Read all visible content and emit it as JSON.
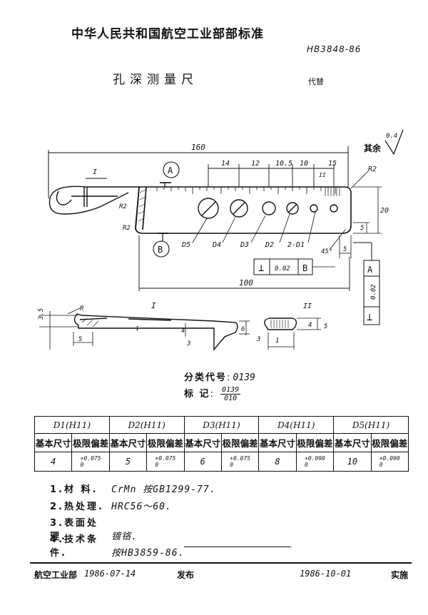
{
  "header": {
    "authority": "中华人民共和国航空工业部部标准",
    "standard_code": "HB3848-86",
    "title": "孔深测量尺",
    "replaces": "代替"
  },
  "drawing": {
    "roughness_prefix": "其余",
    "roughness_value": "0.4",
    "labels": {
      "overall_length": "160",
      "inner_length": "100",
      "view_I_marker": "I",
      "view_II_marker": "II",
      "radius": "R2",
      "radius_small": "R",
      "width": "20",
      "step5": "5",
      "step5b": "5",
      "spacing": [
        "14",
        "12",
        "10.5",
        "10",
        "15"
      ],
      "chamfer": "45°",
      "datum_a": "A",
      "datum_b": "B",
      "tol_value_b": "0.02",
      "tol_value_a": "0.02",
      "holes": [
        "D5",
        "D4",
        "D3",
        "D2",
        "2-D1"
      ],
      "section_I_title": "I",
      "section_II_title": "II",
      "dim_35": "3.5",
      "dim_1": "1",
      "dim_4": "4",
      "dim_6": "6",
      "dim_3": "3",
      "dim_5b": "5",
      "dim_3b": "3",
      "dim_4b": "4",
      "dim_5c": "5",
      "dim_1b": "1"
    }
  },
  "classification": {
    "label": "分类代号",
    "value": "0139"
  },
  "marking": {
    "label": "标    记",
    "numerator": "0139",
    "denominator": "010"
  },
  "tolerance_table": {
    "groups": [
      "D1(H11)",
      "D2(H11)",
      "D3(H11)",
      "D4(H11)",
      "D5(H11)"
    ],
    "col_basic": "基本尺寸",
    "col_dev": "极限偏差",
    "rows": [
      {
        "basic": "4",
        "upper": "+0.075",
        "lower": "0"
      },
      {
        "basic": "5",
        "upper": "+0.075",
        "lower": "0"
      },
      {
        "basic": "6",
        "upper": "+0.075",
        "lower": "0"
      },
      {
        "basic": "8",
        "upper": "+0.090",
        "lower": "0"
      },
      {
        "basic": "10",
        "upper": "+0.090",
        "lower": "0"
      }
    ]
  },
  "notes": [
    {
      "key": "1.材  料.",
      "value": "CrMn   按GB1299-77."
    },
    {
      "key": "2.热处理.",
      "value": "HRC56～60."
    },
    {
      "key": "3.表面处理.",
      "value": "镀铬."
    },
    {
      "key": "4.技术条件.",
      "value": "按HB3859-86."
    }
  ],
  "footer": {
    "issuer": "航空工业部",
    "issue_date": "1986-07-14",
    "issue_label": "发布",
    "effective_date": "1986-10-01",
    "effective_label": "实施"
  }
}
